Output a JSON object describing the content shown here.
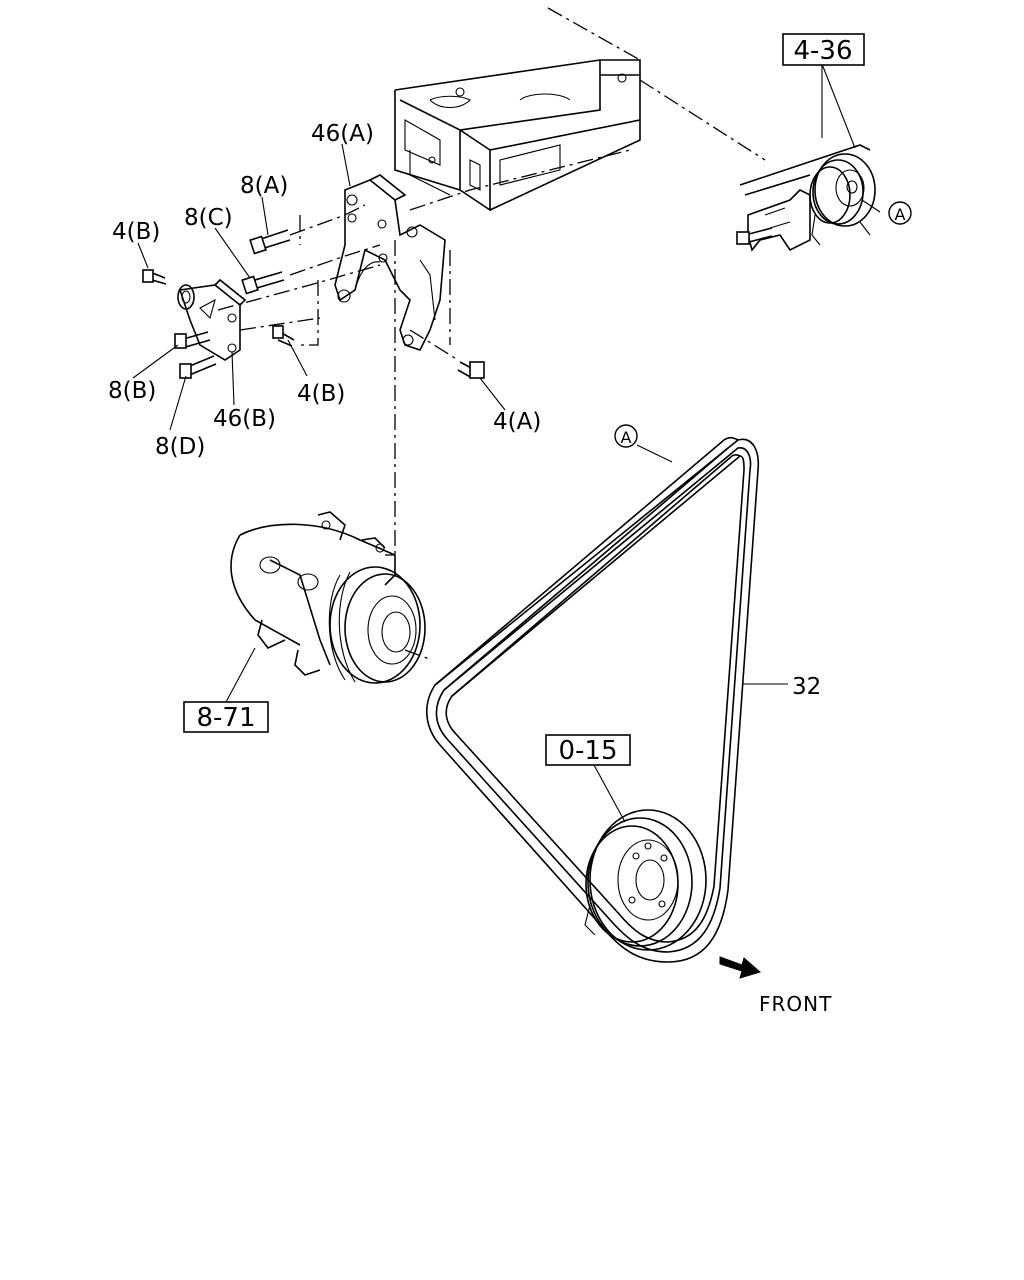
{
  "callouts": {
    "ref_4_36": "4-36",
    "ref_8_71": "8-71",
    "ref_0_15": "0-15",
    "part_46a": "46(A)",
    "part_46b": "46(B)",
    "part_8a": "8(A)",
    "part_8b": "8(B)",
    "part_8c": "8(C)",
    "part_8d": "8(D)",
    "part_4a": "4(A)",
    "part_4b_upper": "4(B)",
    "part_4b_lower": "4(B)",
    "part_32": "32",
    "circle_a_upper": "A",
    "circle_a_lower": "A"
  },
  "direction": {
    "front": "FRONT"
  }
}
